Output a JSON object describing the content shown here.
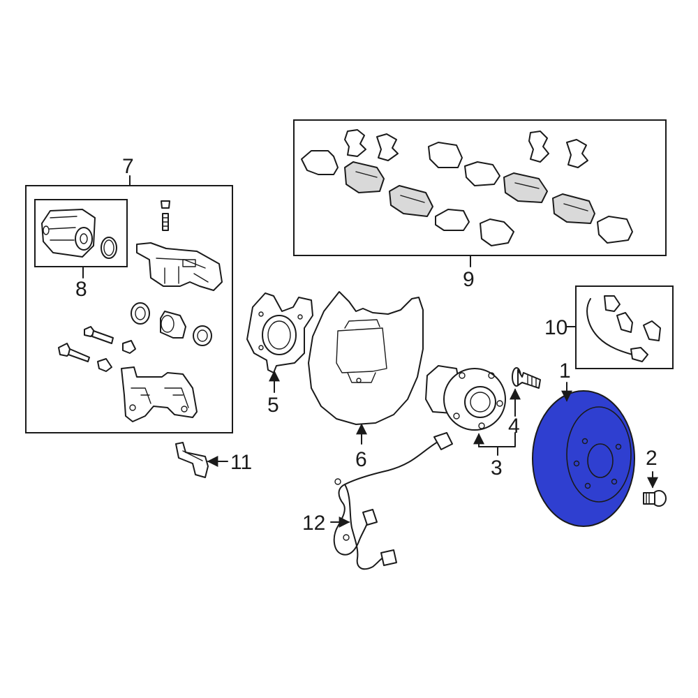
{
  "diagram": {
    "highlight_color": "#2f3fd0",
    "line_color": "#1a1a1a",
    "callouts": {
      "c1": "1",
      "c2": "2",
      "c3": "3",
      "c4": "4",
      "c5": "5",
      "c6": "6",
      "c7": "7",
      "c8": "8",
      "c9": "9",
      "c10": "10",
      "c11": "11",
      "c12": "12"
    },
    "parts": [
      {
        "number": "1",
        "icon": "brake-rotor-icon",
        "highlighted": true
      },
      {
        "number": "2",
        "icon": "rotor-screw-icon"
      },
      {
        "number": "3",
        "icon": "hub-assembly-icon"
      },
      {
        "number": "4",
        "icon": "wheel-stud-icon"
      },
      {
        "number": "5",
        "icon": "caliper-bracket-icon"
      },
      {
        "number": "6",
        "icon": "splash-shield-icon"
      },
      {
        "number": "7",
        "icon": "caliper-assembly-icon"
      },
      {
        "number": "8",
        "icon": "parking-brake-motor-icon"
      },
      {
        "number": "9",
        "icon": "brake-pad-kit-icon"
      },
      {
        "number": "10",
        "icon": "brake-hose-icon"
      },
      {
        "number": "11",
        "icon": "clip-icon"
      },
      {
        "number": "12",
        "icon": "abs-sensor-icon"
      }
    ]
  }
}
